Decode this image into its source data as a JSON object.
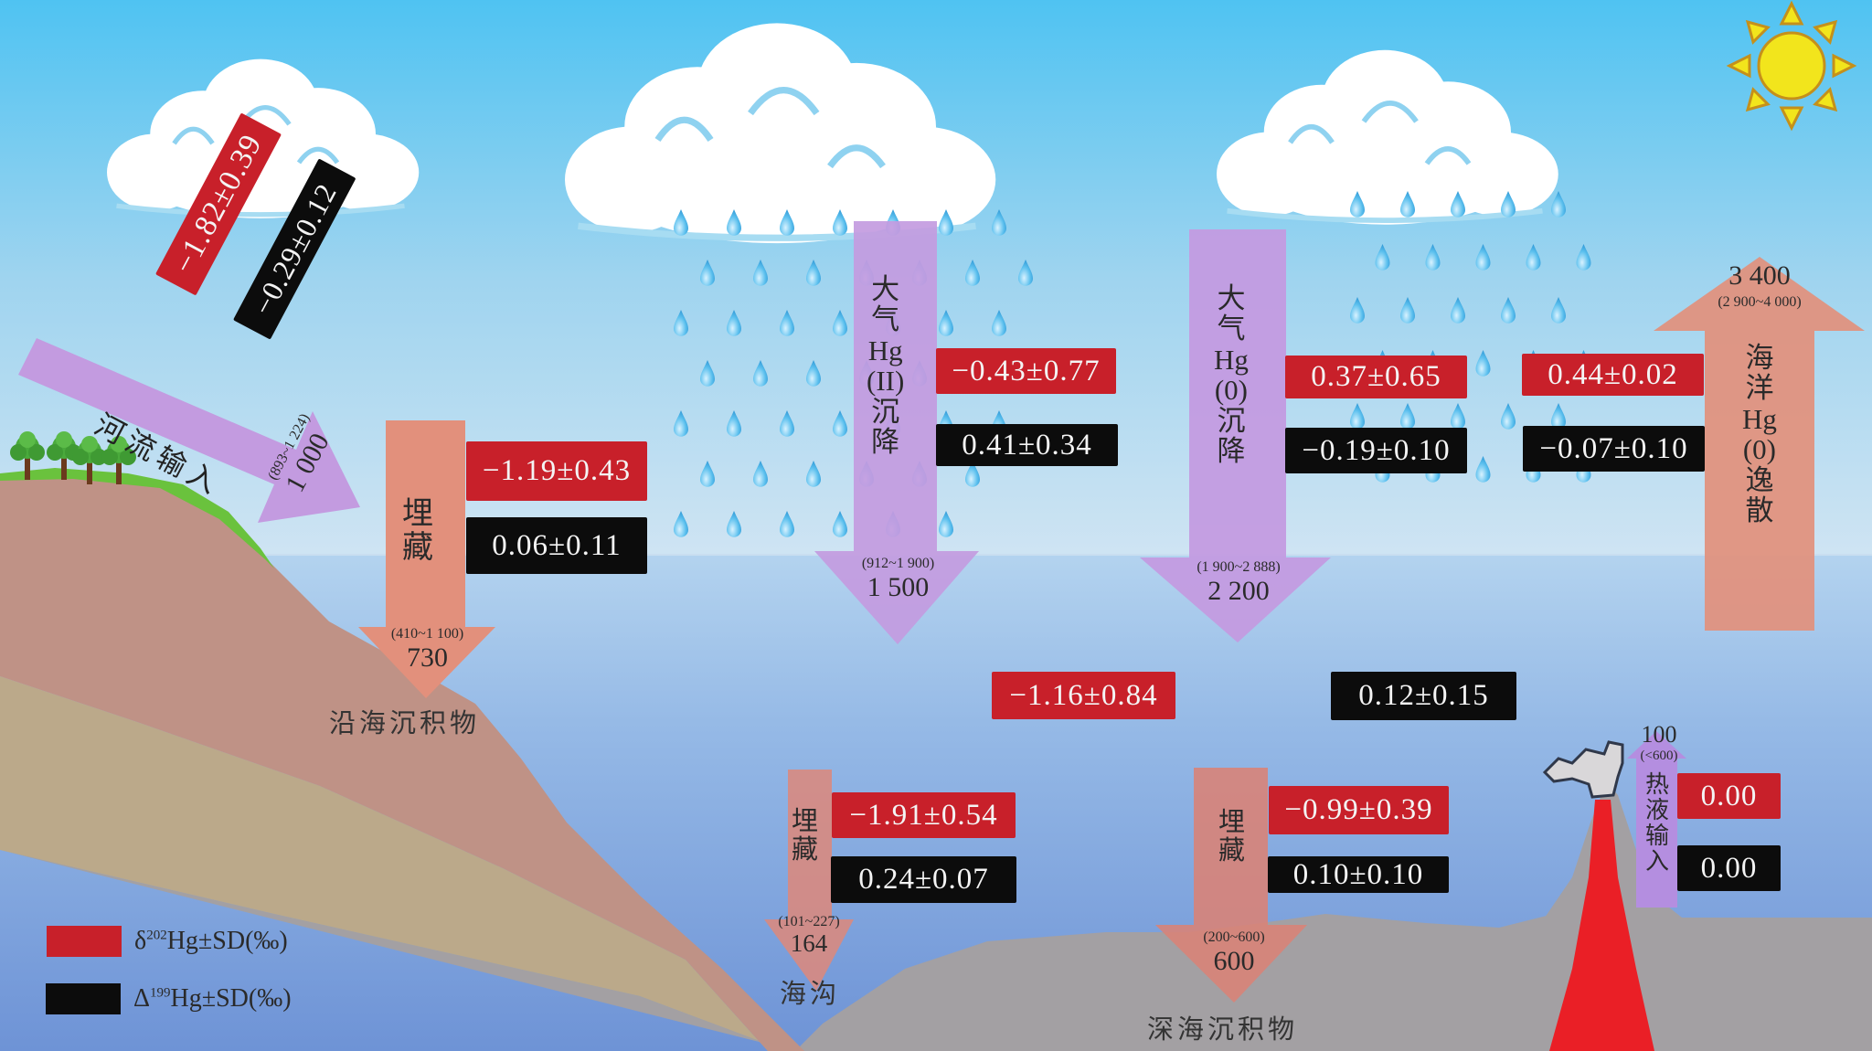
{
  "title": "海洋汞循环及汞同位素组成示意图",
  "colors": {
    "delta202_tag": "#c8202a",
    "Delta199_tag": "#0c0c0c",
    "input_arrow": "#c39be0",
    "burial_arrow": "#e2907c",
    "evasion_arrow": "#e2907c",
    "sky_top": "#4fc3f2",
    "ocean_deep": "#6e97d8",
    "seafloor": "#a3a0a3",
    "lava": "#ea1f26"
  },
  "legend": {
    "delta202": {
      "symbol": "δ",
      "mass": "202",
      "text": "Hg±SD(‰)",
      "color": "#c8202a"
    },
    "Delta199": {
      "symbol": "Δ",
      "mass": "199",
      "text": "Hg±SD(‰)",
      "color": "#0c0c0c"
    }
  },
  "fluxes": {
    "river_input": {
      "label_chars": [
        "河流输入"
      ],
      "value": "1 000",
      "range": "(893~1 224)",
      "delta202": "−1.82±0.39",
      "Delta199": "−0.29±0.12"
    },
    "coastal_burial": {
      "label_chars": [
        "埋",
        "藏"
      ],
      "value": "730",
      "range": "(410~1 100)",
      "delta202": "−1.19±0.43",
      "Delta199": "0.06±0.11"
    },
    "atm_hg2_deposition": {
      "label_chars": [
        "大",
        "气",
        "Hg",
        "(II)",
        "沉",
        "降"
      ],
      "value": "1 500",
      "range": "(912~1 900)",
      "delta202": "−0.43±0.77",
      "Delta199": "0.41±0.34"
    },
    "atm_hg0_deposition": {
      "label_chars": [
        "大",
        "气",
        "Hg",
        "(0)",
        "沉",
        "降"
      ],
      "value": "2 200",
      "range": "(1 900~2 888)",
      "delta202": "0.37±0.65",
      "Delta199": "−0.19±0.10"
    },
    "ocean_hg0_evasion": {
      "label_chars": [
        "海",
        "洋",
        "Hg",
        "(0)",
        "逸",
        "散"
      ],
      "value": "3 400",
      "range": "(2 900~4 000)",
      "delta202": "0.44±0.02",
      "Delta199": "−0.07±0.10"
    },
    "seawater": {
      "delta202": "−1.16±0.84",
      "Delta199": "0.12±0.15"
    },
    "trench_burial": {
      "label_chars": [
        "埋",
        "藏"
      ],
      "value": "164",
      "range": "(101~227)",
      "delta202": "−1.91±0.54",
      "Delta199": "0.24±0.07"
    },
    "deep_sea_burial": {
      "label_chars": [
        "埋",
        "藏"
      ],
      "value": "600",
      "range": "(200~600)",
      "delta202": "−0.99±0.39",
      "Delta199": "0.10±0.10"
    },
    "hydrothermal_input": {
      "label_chars": [
        "热",
        "液",
        "输",
        "入"
      ],
      "value": "100",
      "range": "(<600)",
      "delta202": "0.00",
      "Delta199": "0.00"
    }
  },
  "places": {
    "coastal_sediment": "沿海沉积物",
    "trench": "海沟",
    "deep_sea_sediment": "深海沉积物"
  },
  "icons": [
    "sun-icon",
    "cloud-icon",
    "raindrop-icon",
    "tree-icon",
    "volcano-icon"
  ]
}
